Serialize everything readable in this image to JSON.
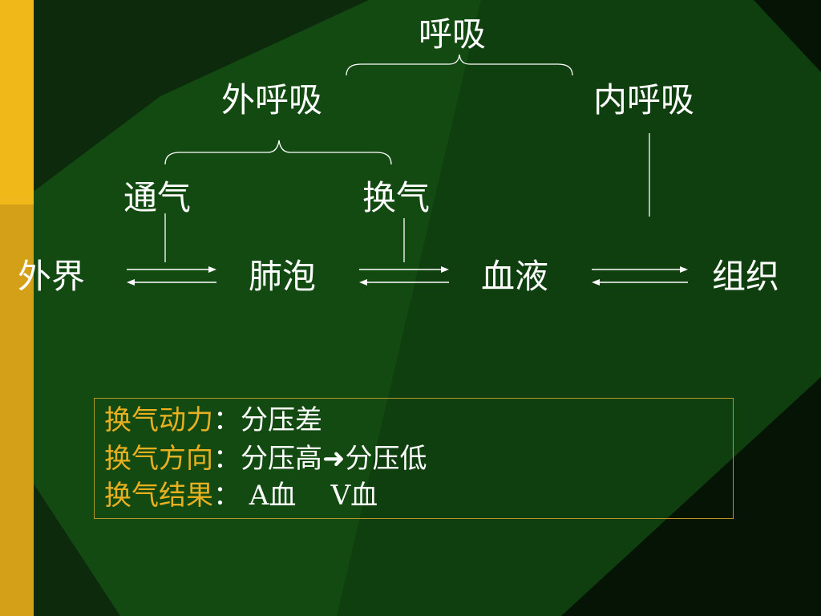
{
  "colors": {
    "background_green": "#124a12",
    "dark": "#000000",
    "accent_gold": "#e8b020",
    "text": "#ffffff"
  },
  "diagram": {
    "root": "呼吸",
    "external": "外呼吸",
    "internal": "内呼吸",
    "ventilation": "通气",
    "exchange": "换气",
    "nodes": [
      "外界",
      "肺泡",
      "血液",
      "组织"
    ]
  },
  "notes": {
    "rows": [
      {
        "key": "换气动力",
        "sep": "：",
        "value": "分压差"
      },
      {
        "key": "换气方向",
        "sep": "：",
        "value": "分压高➜分压低"
      },
      {
        "key": "换气结果",
        "sep": "：",
        "value": " A血    V血"
      }
    ]
  }
}
